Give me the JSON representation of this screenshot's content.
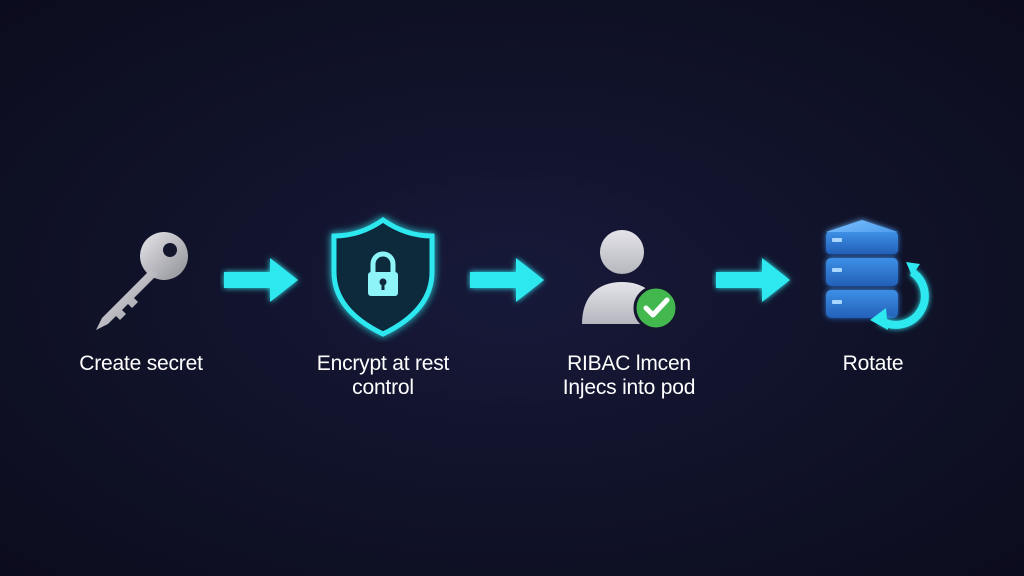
{
  "diagram": {
    "steps": [
      {
        "icon": "key-icon",
        "lines": [
          "Create secret"
        ]
      },
      {
        "icon": "shield-lock-icon",
        "lines": [
          "Encrypt at rest",
          "control"
        ]
      },
      {
        "icon": "user-check-icon",
        "lines": [
          "RIBAC lmcen",
          "Injecs into pod"
        ]
      },
      {
        "icon": "database-rotate-icon",
        "lines": [
          "Rotate"
        ]
      }
    ],
    "arrow_icon": "arrow-right-icon",
    "colors": {
      "background": "#101228",
      "accent": "#2ee8f0",
      "key": "#c9c9cf",
      "user": "#d8d8de",
      "check": "#43b84f",
      "storage": "#3d8fe6",
      "label": "#ffffff"
    }
  }
}
